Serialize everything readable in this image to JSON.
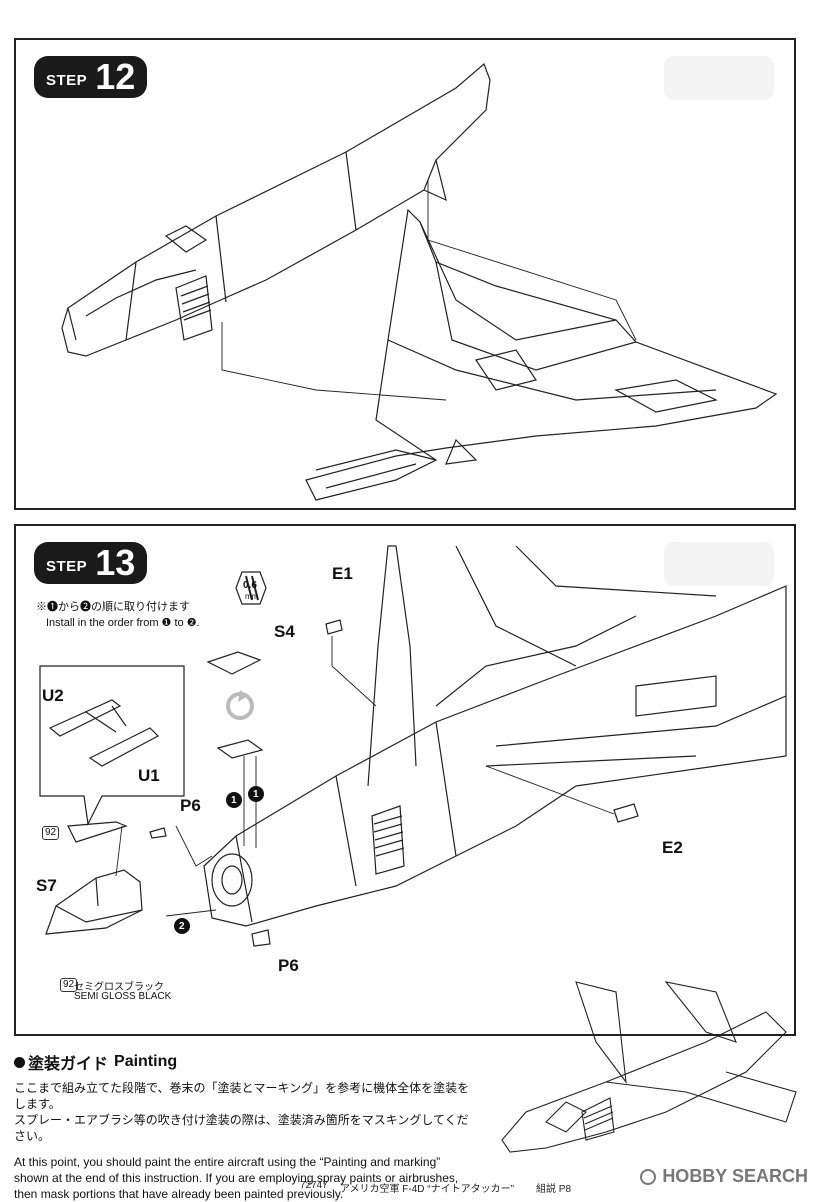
{
  "step12": {
    "word": "STEP",
    "number": "12"
  },
  "step13": {
    "word": "STEP",
    "number": "13",
    "note_jp": "※❶から❷の順に取り付けます",
    "note_en": "Install in the order from ❶ to ❷.",
    "drill_size": "0.6",
    "drill_unit": "mm",
    "labels": {
      "e1": "E1",
      "e2": "E2",
      "s4": "S4",
      "u1": "U1",
      "u2": "U2",
      "p6_top": "P6",
      "p6_bottom": "P6",
      "s7": "S7"
    },
    "order_marks": {
      "first": "1",
      "second": "2"
    },
    "paint": {
      "code": "92",
      "name_jp": "セミグロスブラック",
      "name_en": "SEMI GLOSS BLACK"
    }
  },
  "painting": {
    "title_jp": "塗装ガイド",
    "title_en": "Painting",
    "text_jp_1": "ここまで組み立てた段階で、巻末の「塗装とマーキング」を参考に機体全体を塗装をします。",
    "text_jp_2": "スプレー・エアブラシ等の吹き付け塗装の際は、塗装済み箇所をマスキングしてください。",
    "text_en": "At this point, you should paint the entire aircraft using the “Painting and marking” shown at the end of this instruction. If you are employing spray paints or airbrushes, then mask portions that have already been painted previously."
  },
  "footer": {
    "code": "72747",
    "title": "アメリカ空軍 F-4D “ナイトアタッカー”",
    "page": "組説 P8"
  },
  "watermark": "HOBBY SEARCH"
}
